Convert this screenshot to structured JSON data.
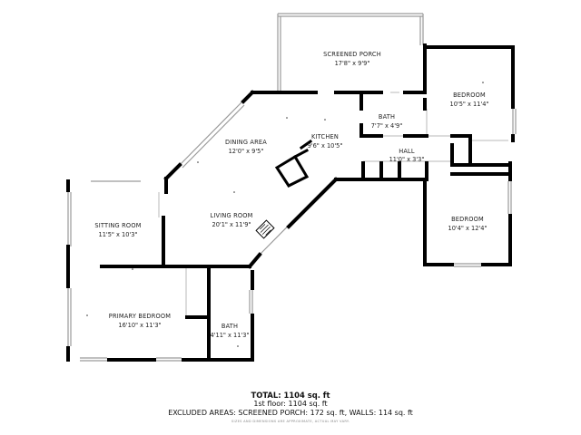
{
  "rooms": [
    {
      "id": "screened-porch",
      "name": "SCREENED PORCH",
      "dims": "17'8\" x 9'9\""
    },
    {
      "id": "bedroom-1",
      "name": "BEDROOM",
      "dims": "10'5\" x 11'4\""
    },
    {
      "id": "bath-1",
      "name": "BATH",
      "dims": "7'7\" x 4'9\""
    },
    {
      "id": "kitchen",
      "name": "KITCHEN",
      "dims": "9'6\" x 10'5\""
    },
    {
      "id": "dining-area",
      "name": "DINING AREA",
      "dims": "12'0\" x 9'5\""
    },
    {
      "id": "hall",
      "name": "HALL",
      "dims": "11'0\" x 3'3\""
    },
    {
      "id": "sitting-room",
      "name": "SITTING ROOM",
      "dims": "11'5\" x 10'3\""
    },
    {
      "id": "living-room",
      "name": "LIVING ROOM",
      "dims": "20'1\" x 11'9\""
    },
    {
      "id": "bedroom-2",
      "name": "BEDROOM",
      "dims": "10'4\" x 12'4\""
    },
    {
      "id": "primary-bedroom",
      "name": "PRIMARY BEDROOM",
      "dims": "16'10\" x 11'3\""
    },
    {
      "id": "bath-2",
      "name": "BATH",
      "dims": "4'11\" x 11'3\""
    }
  ],
  "summary": {
    "total_label": "TOTAL: 1104 sq. ft",
    "floor_line": "1st floor: 1104 sq. ft",
    "excluded_line": "EXCLUDED AREAS: SCREENED PORCH: 172 sq. ft, WALLS: 114 sq. ft",
    "disclaimer": "SIZES AND DIMENSIONS ARE APPROXIMATE, ACTUAL MAY VARY."
  }
}
